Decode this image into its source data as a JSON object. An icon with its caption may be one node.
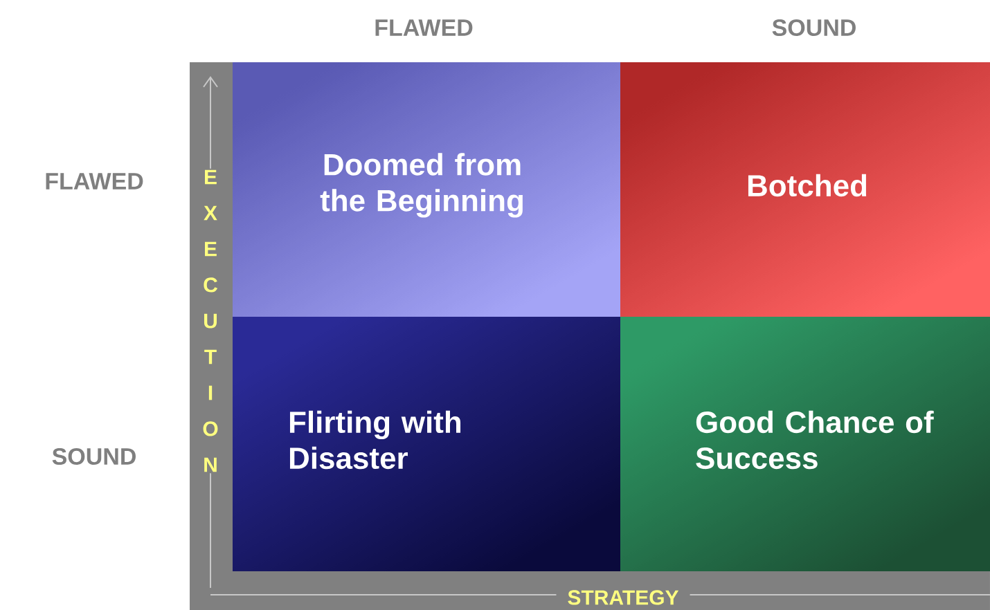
{
  "diagram": {
    "nodes": [
      {
        "text": [
          "Doomed from the Beginning"
        ]
      },
      {
        "text": [
          "Botched"
        ]
      },
      {
        "text": [
          "Flirting with Disaster"
        ]
      },
      {
        "text": [
          "Good Chance of Success"
        ]
      }
    ],
    "labels": [
      "FLAWED",
      "SOUND",
      "FLAWED",
      "SOUND",
      "EXECUTION",
      "STRATEGY"
    ]
  }
}
